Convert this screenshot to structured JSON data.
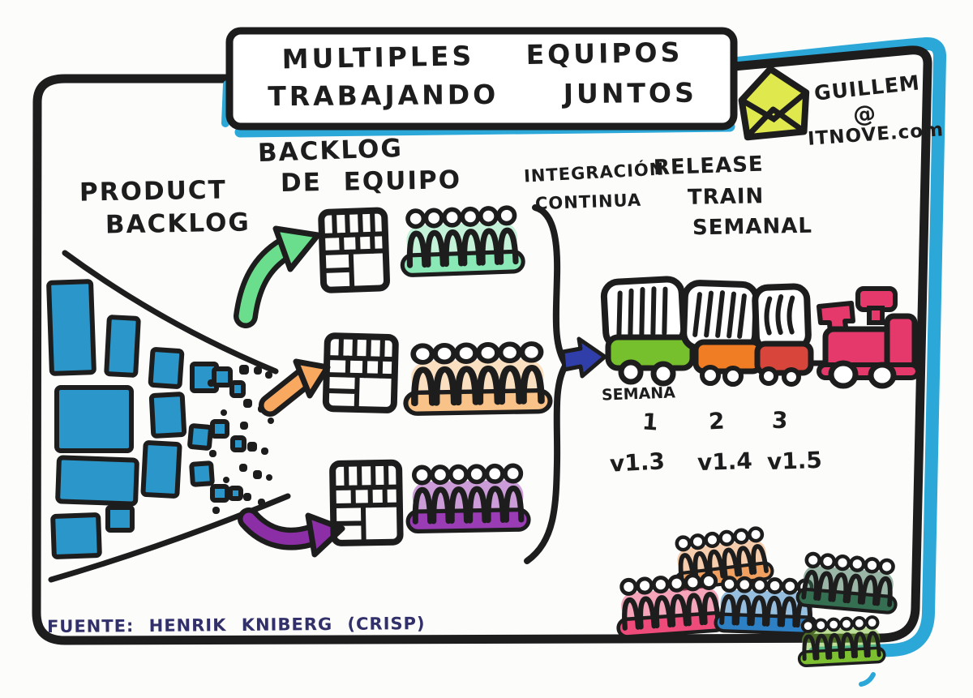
{
  "title": {
    "line1": "MULTIPLES EQUIPOS",
    "line2": "TRABAJANDO JUNTOS"
  },
  "author": {
    "name": "GUILLEM",
    "at": "@",
    "site": "ITNOVE.com"
  },
  "icons": {
    "email": "envelope-icon"
  },
  "labels": {
    "product_backlog": {
      "line1": "PRODUCT",
      "line2": "BACKLOG"
    },
    "team_backlog": {
      "line1": "BACKLOG",
      "line2": "DE EQUIPO"
    },
    "continuous_integration": {
      "line1": "INTEGRACIÓN",
      "line2": "CONTINUA"
    },
    "release_train": {
      "line1": "RELEASE",
      "line2": "TRAIN",
      "line3": "SEMANAL"
    }
  },
  "train": {
    "schedule_label": "SEMANA",
    "weeks": [
      "1",
      "2",
      "3"
    ],
    "versions": [
      "v1.3",
      "v1.4",
      "v1.5"
    ]
  },
  "footer": {
    "source": "FUENTE: HENRIK KNIBERG (CRISP)"
  },
  "palette": {
    "ink": "#1d1d1d",
    "footer_ink": "#32306a",
    "cyan": "#2ba7d8",
    "sticky_blue": "#2b96c9",
    "arrow_green": "#6ade8d",
    "arrow_orange": "#f9a85f",
    "arrow_purple": "#8c2fa6",
    "arrow_blue": "#2f3ea8",
    "team_mint": "#8ae8b6",
    "team_orange": "#f8c288",
    "team_purple": "#9a3cb4",
    "team_orange2": "#f2a05f",
    "team_pink": "#ee4b7a",
    "team_blue": "#2e80c4",
    "team_darkgreen": "#356f52",
    "team_lightgreen": "#7cc032",
    "wagon_green": "#76c02d",
    "wagon_orange": "#f07c24",
    "wagon_red": "#d8453a",
    "loco_pink": "#e5396b",
    "envelope_yellow": "#dfe94d"
  }
}
